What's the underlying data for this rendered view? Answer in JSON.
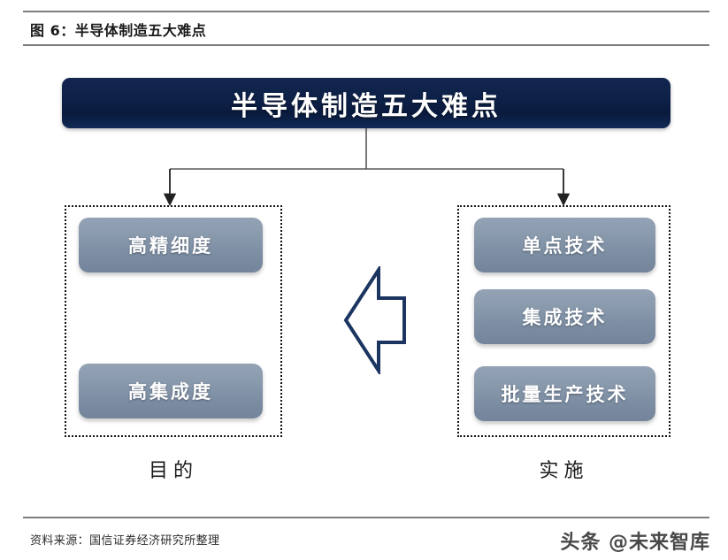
{
  "figure": {
    "label": "图 6：半导体制造五大难点"
  },
  "diagram": {
    "header": {
      "label": "半导体制造五大难点",
      "color": "#0d2047"
    },
    "groups": [
      {
        "id": "left",
        "caption": "目的",
        "nodes": [
          {
            "label": "高精细度"
          },
          {
            "label": "高集成度"
          }
        ]
      },
      {
        "id": "right",
        "caption": "实施",
        "nodes": [
          {
            "label": "单点技术"
          },
          {
            "label": "集成技术"
          },
          {
            "label": "批量生产技术"
          }
        ]
      }
    ],
    "center_arrow": {
      "direction": "left",
      "color": "#1b3560"
    },
    "node_color": "#8b9bae",
    "connector_color": "#595959"
  },
  "footer": {
    "source": "资料来源：国信证券经济研究所整理",
    "watermark": "头条 @未来智库"
  }
}
